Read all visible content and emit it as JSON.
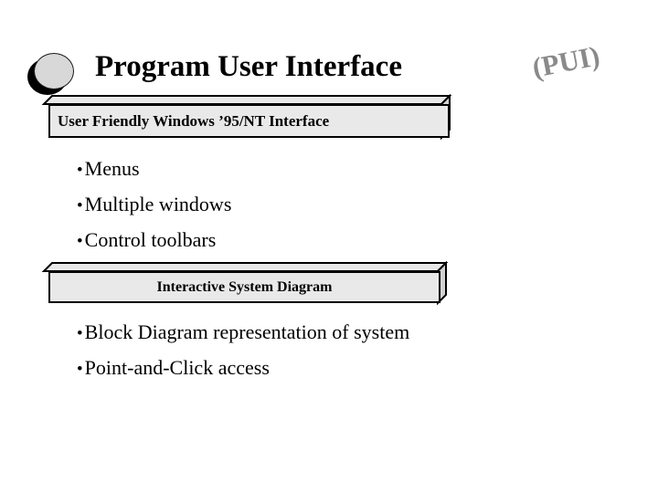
{
  "slide": {
    "background_color": "#ffffff",
    "title": {
      "main": "Program User Interface",
      "suffix": "(PUI)",
      "suffix_color": "#8a8a8a",
      "bullet_icon": "filled-circle-icon"
    },
    "sections": [
      {
        "heading": "User Friendly Windows ’95/NT Interface",
        "heading_align": "left",
        "box_fill": "#e9e9e9",
        "bullets": [
          "Menus",
          "Multiple windows",
          "Control toolbars"
        ]
      },
      {
        "heading": "Interactive System Diagram",
        "heading_align": "center",
        "box_fill": "#e9e9e9",
        "bullets": [
          "Block Diagram representation of system",
          "Point-and-Click access"
        ]
      }
    ],
    "bullet_glyph": "•"
  }
}
